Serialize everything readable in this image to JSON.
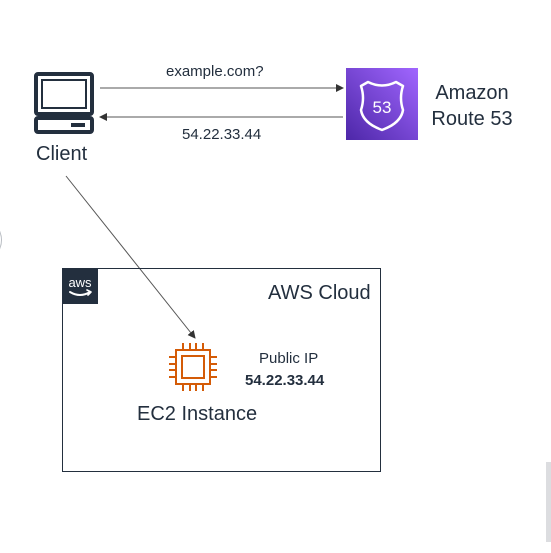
{
  "client": {
    "label": "Client"
  },
  "route53": {
    "label_line1": "Amazon",
    "label_line2": "Route 53",
    "badge_number": "53",
    "color": "#8C4FFF"
  },
  "dns_query": {
    "label": "example.com?"
  },
  "dns_answer": {
    "label": "54.22.33.44"
  },
  "aws_cloud": {
    "title": "AWS Cloud",
    "logo_text": "aws",
    "logo_color": "#232F3E"
  },
  "ec2": {
    "label": "EC2 Instance",
    "color": "#D45B07"
  },
  "public_ip": {
    "label": "Public IP",
    "value": "54.22.33.44"
  },
  "colors": {
    "text": "#232F3E",
    "arrow": "#555555"
  }
}
